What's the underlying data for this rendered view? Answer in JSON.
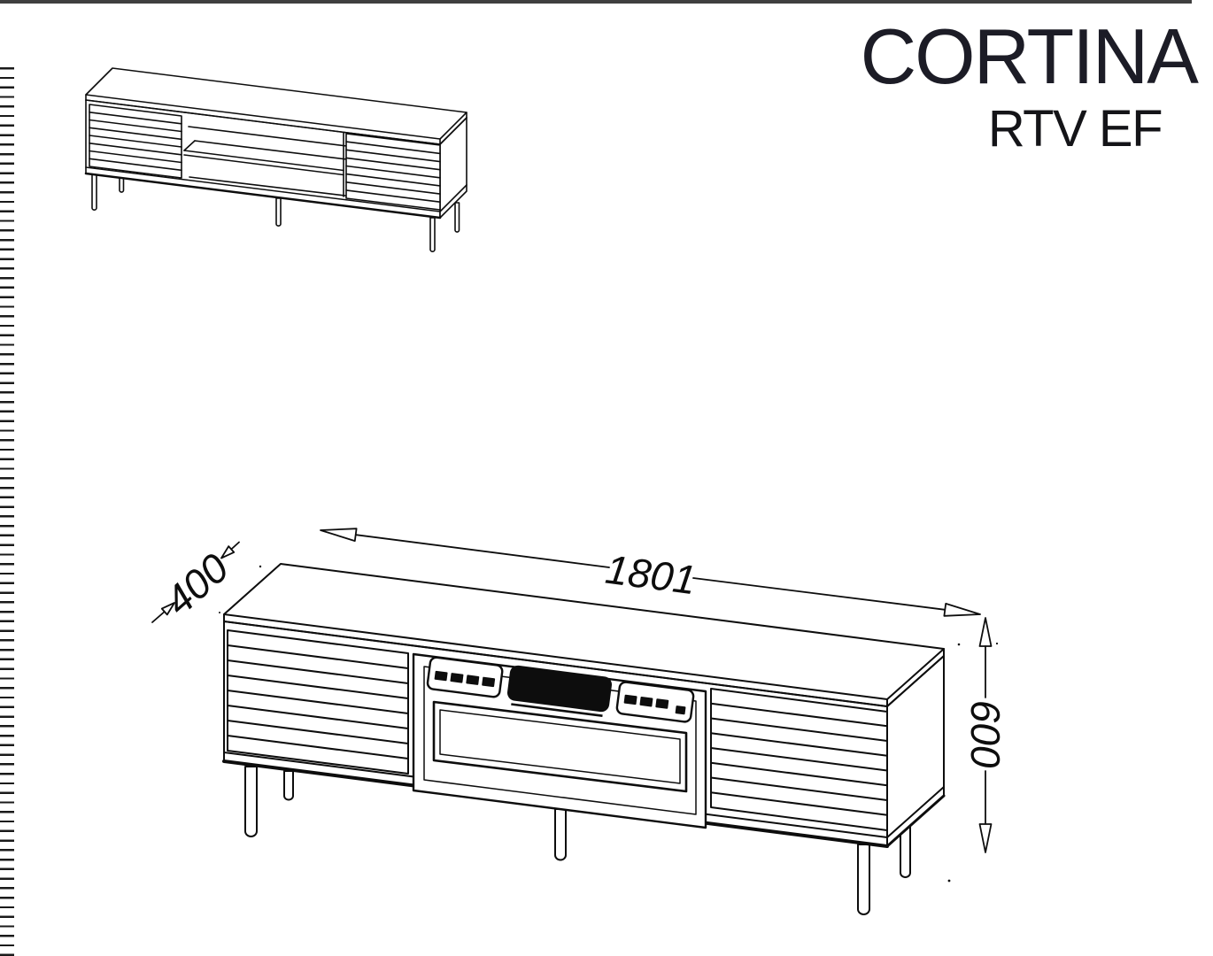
{
  "header": {
    "title": "CORTINA",
    "subtitle": "RTV EF"
  },
  "dimensions": {
    "width": "1801",
    "depth": "400",
    "height": "600"
  }
}
